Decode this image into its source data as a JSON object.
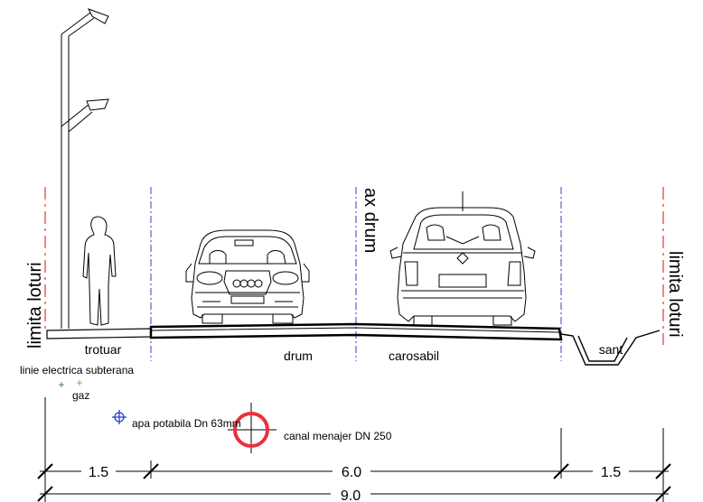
{
  "labels": {
    "limita_left": "limita loturi",
    "limita_right": "limita loturi",
    "ax_drum": "ax drum",
    "trotuar": "trotuar",
    "drum": "drum",
    "carosabil": "carosabil",
    "sant": "sant",
    "linie_electrica": "linie electrica subterana",
    "gaz": "gaz",
    "apa": "apa potabila Dn 63mm",
    "canal": "canal menajer DN 250"
  },
  "dimensions": {
    "trotuar": "1.5",
    "carosabil": "6.0",
    "sant": "1.5",
    "total": "9.0"
  },
  "colors": {
    "limit_line": "#e8323c",
    "axis_line": "#2c3fc8",
    "canal_circle": "#e8323c",
    "apa_symbol": "#2c3fc8",
    "electric_marker": "#2b7a2b",
    "gas_marker": "#c8841e"
  }
}
